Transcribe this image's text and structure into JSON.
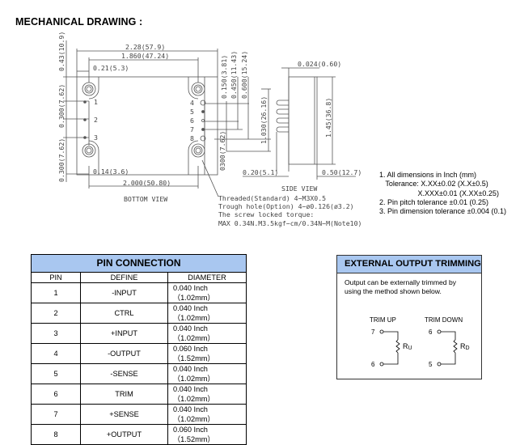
{
  "page": {
    "title": "MECHANICAL DRAWING :"
  },
  "drawing": {
    "bottom_view": {
      "label": "BOTTOM VIEW",
      "dims": {
        "overall_width": "2.28(57.9)",
        "hole_span": "1.860(47.24)",
        "left_offset": "0.21(5.3)",
        "top_height": "0.43(10.9)",
        "pin_pitch_upper": "0.300(7.62)",
        "pin_pitch_lower": "0.300(7.62)",
        "bottom_offset": "0.14(3.6)",
        "pin_row_span": "2.000(50.80)",
        "right_a": "0.150(3.81)",
        "right_b": "0.450(11.43)",
        "right_c": "0.600(15.24)",
        "right_d": "0300(7.62)"
      },
      "left_pins": [
        "1",
        "2",
        "3"
      ],
      "right_pins": [
        "4",
        "5",
        "6",
        "7",
        "8"
      ]
    },
    "side_view": {
      "label": "SIDE VIEW",
      "dims": {
        "plate": "0.024(0.60)",
        "height": "1.030(26.16)",
        "body": "1.45(36.8)",
        "pin_len": "0.20(5.1)",
        "depth": "0.50(12.7)"
      }
    },
    "callout": [
      "Threaded(Standard) 4−M3X0.5",
      "Trough hole(Option) 4−ø0.126(ø3.2)",
      "The screw locked torque:",
      "MAX 0.34N.M3.5kgf−cm/0.34N−M(Note10)"
    ]
  },
  "notes": [
    "1. All dimensions in Inch (mm)",
    "   Tolerance: X.XX±0.02 (X.X±0.5)",
    "                   X.XXX±0.01 (X.XX±0.25)",
    "2. Pin pitch tolerance ±0.01 (0.25)",
    "3. Pin dimension tolerance ±0.004 (0.1)"
  ],
  "pin_table": {
    "caption": "PIN CONNECTION",
    "headers": [
      "PIN",
      "DEFINE",
      "DIAMETER"
    ],
    "rows": [
      {
        "pin": "1",
        "define": "-INPUT",
        "diameter": "0.040 Inch （1.02mm）"
      },
      {
        "pin": "2",
        "define": "CTRL",
        "diameter": "0.040 Inch （1.02mm）"
      },
      {
        "pin": "3",
        "define": "+INPUT",
        "diameter": "0.040 Inch （1.02mm）"
      },
      {
        "pin": "4",
        "define": "-OUTPUT",
        "diameter": "0.060 Inch （1.52mm）"
      },
      {
        "pin": "5",
        "define": "-SENSE",
        "diameter": "0.040 Inch （1.02mm）"
      },
      {
        "pin": "6",
        "define": "TRIM",
        "diameter": "0.040 Inch （1.02mm）"
      },
      {
        "pin": "7",
        "define": "+SENSE",
        "diameter": "0.040 Inch （1.02mm）"
      },
      {
        "pin": "8",
        "define": "+OUTPUT",
        "diameter": "0.060 Inch （1.52mm）"
      }
    ],
    "header_color": "#a9c7f0"
  },
  "trim_box": {
    "title": "EXTERNAL OUTPUT TRIMMING",
    "description_lines": [
      "Output can be externally trimmed by",
      "using the method shown below."
    ],
    "trim_up": {
      "label": "TRIM UP",
      "pin_top": "7",
      "pin_bottom": "6",
      "resistor": "R",
      "resistor_sub": "U"
    },
    "trim_down": {
      "label": "TRIM DOWN",
      "pin_top": "6",
      "pin_bottom": "5",
      "resistor": "R",
      "resistor_sub": "D"
    }
  }
}
